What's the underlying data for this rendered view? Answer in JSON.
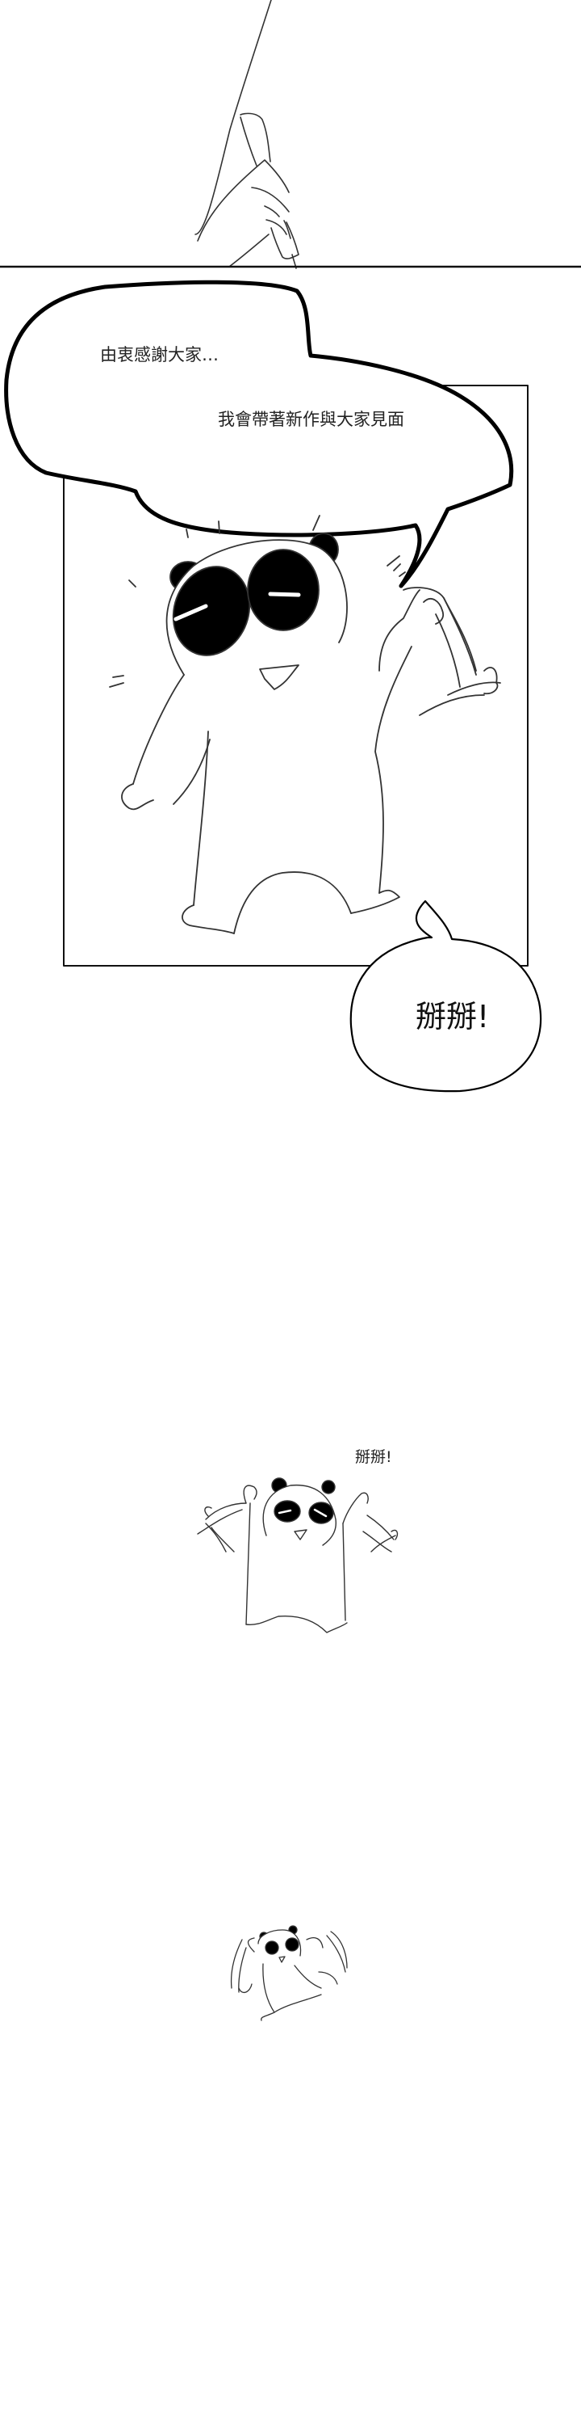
{
  "page": {
    "type": "webtoon-comic-strip",
    "background": "#ffffff",
    "ink_color": "#111111"
  },
  "panels": [
    {
      "id": "panel-hand-pen",
      "description": "Close-up of hand holding a pen above a horizontal line"
    },
    {
      "id": "panel-panda-wave",
      "description": "Panda character waving goodbye inside a framed panel",
      "bubbles": {
        "main_line1": "由衷感謝大家…",
        "main_line2": "我會帶著新作與大家見面",
        "bye": "掰掰!"
      }
    },
    {
      "id": "panel-small-panda",
      "description": "Small panda with both arms waving",
      "caption": "掰掰!"
    },
    {
      "id": "panel-tiny-panda",
      "description": "Tiny panda dancing with waving arms"
    }
  ],
  "texts": {
    "bubble_line1": "由衷感謝大家…",
    "bubble_line2": "我會帶著新作與大家見面",
    "bye_bubble": "掰掰!",
    "small_bye": "掰掰!"
  }
}
